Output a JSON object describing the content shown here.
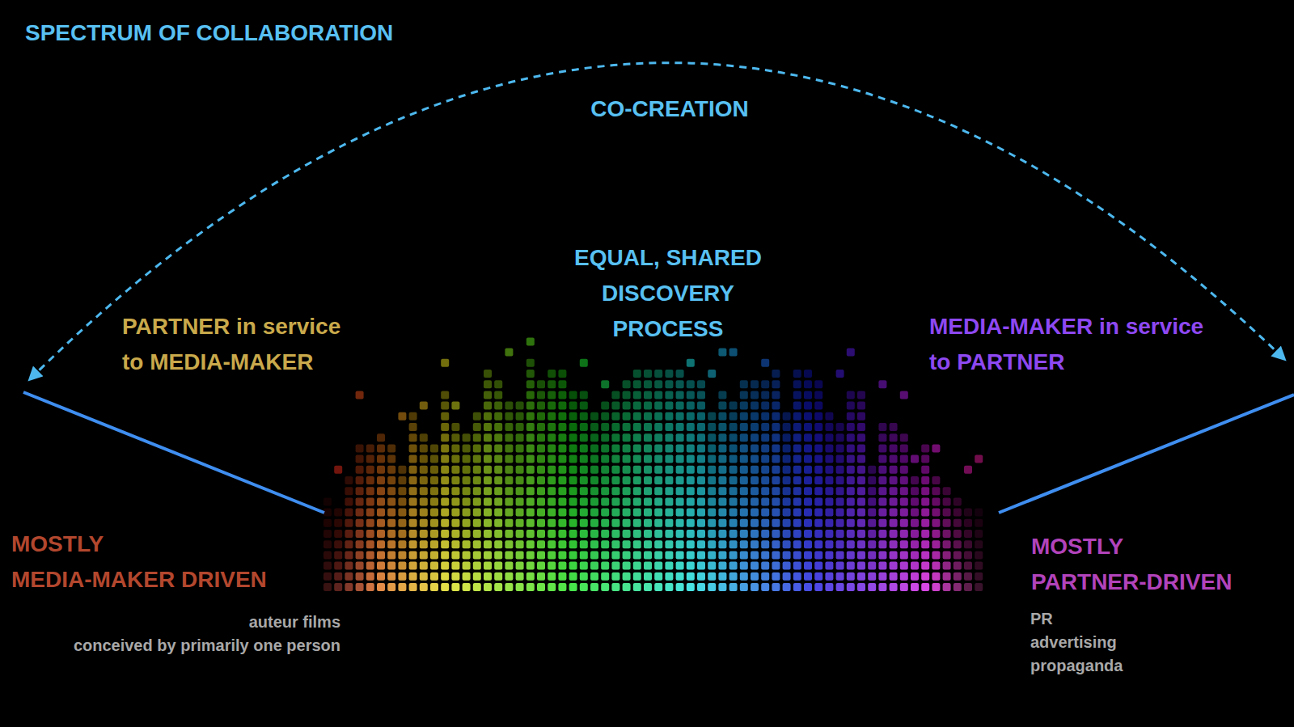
{
  "diagram": {
    "title": "SPECTRUM OF COLLABORATION",
    "labels": [
      "CO-CREATION",
      "EQUAL, SHARED DISCOVERY PROCESS",
      "PARTNER in service to MEDIA-MAKER",
      "MEDIA-MAKER in service to PARTNER",
      "MOSTLY MEDIA-MAKER DRIVEN",
      "auteur films conceived by primarily one person",
      "MOSTLY PARTNER-DRIVEN",
      "PR",
      "advertising",
      "propaganda"
    ]
  }
}
